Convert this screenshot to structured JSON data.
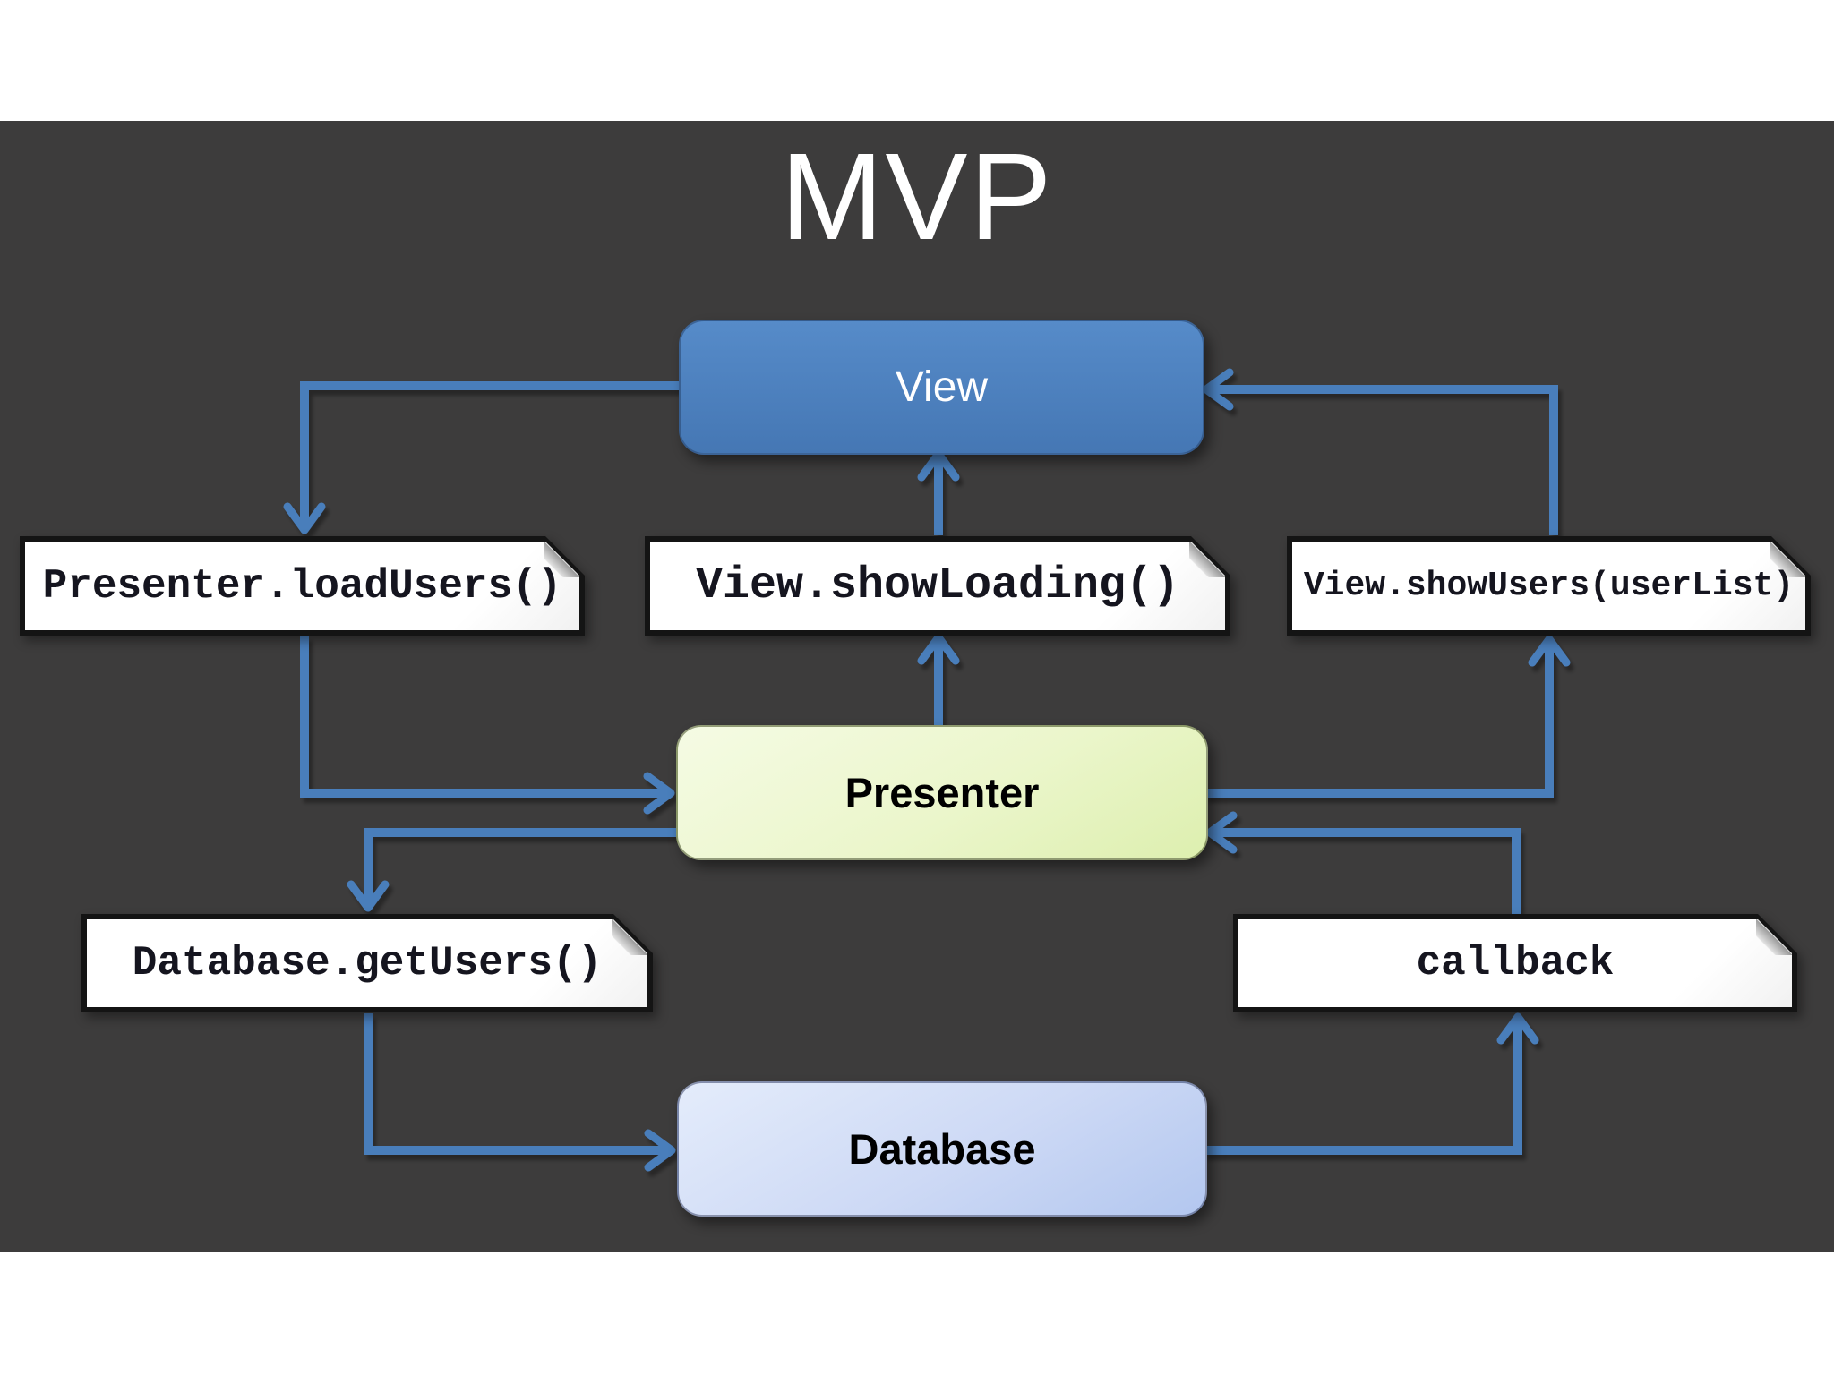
{
  "slide": {
    "title": "MVP"
  },
  "colors": {
    "page_background": "#ffffff",
    "slide_background": "#3d3c3c",
    "connector": "#4a7ebb",
    "view_fill_top": "#568bc9",
    "view_fill_bottom": "#4577b4",
    "view_text": "#ffffff",
    "presenter_fill_top": "#f5fbe4",
    "presenter_fill_bottom": "#ddefaf",
    "database_fill_top": "#e4ecfb",
    "database_fill_bottom": "#b3c7ef",
    "node_text_dark": "#000000",
    "tag_fill": "#ffffff",
    "tag_border": "#141414",
    "tag_text": "#15151f",
    "title_text": "#ffffff"
  },
  "nodes": {
    "view": {
      "label": "View"
    },
    "presenter": {
      "label": "Presenter"
    },
    "database": {
      "label": "Database"
    }
  },
  "calls": {
    "load_users": {
      "label": "Presenter.loadUsers()"
    },
    "show_loading": {
      "label": "View.showLoading()"
    },
    "show_users": {
      "label": "View.showUsers(userList)"
    },
    "get_users": {
      "label": "Database.getUsers()"
    },
    "callback": {
      "label": "callback"
    }
  },
  "edges": [
    {
      "from": "view",
      "to": "load_users"
    },
    {
      "from": "load_users",
      "to": "presenter"
    },
    {
      "from": "presenter",
      "to": "show_loading"
    },
    {
      "from": "show_loading",
      "to": "view"
    },
    {
      "from": "presenter",
      "to": "get_users"
    },
    {
      "from": "get_users",
      "to": "database"
    },
    {
      "from": "database",
      "to": "callback"
    },
    {
      "from": "callback",
      "to": "presenter"
    },
    {
      "from": "presenter",
      "to": "show_users"
    },
    {
      "from": "show_users",
      "to": "view"
    }
  ]
}
